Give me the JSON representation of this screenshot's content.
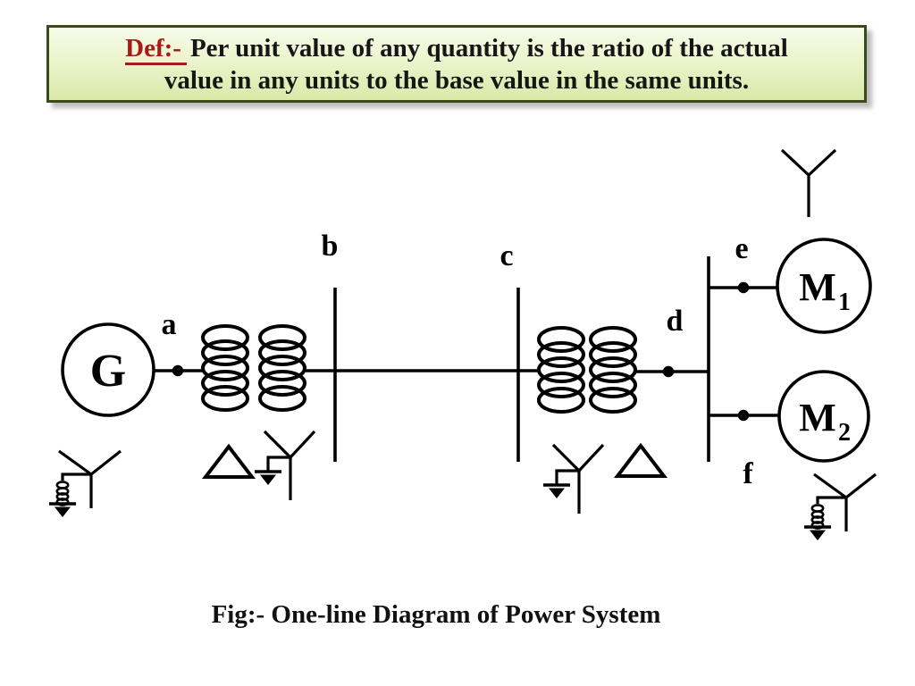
{
  "definition_box": {
    "term": "Def:-",
    "line1_rest": "Per unit value of any quantity is the ratio of the actual",
    "line2": "value in any units to the base value in the same units.",
    "term_color": "#a81a1a",
    "border_color": "#3a4a1c",
    "background_top": "#f7fbea",
    "background_bottom": "#d9e9a8"
  },
  "diagram": {
    "stroke_color": "#000000",
    "generator": {
      "label": "G"
    },
    "motors": [
      {
        "label": "M",
        "sub": "1"
      },
      {
        "label": "M",
        "sub": "2"
      }
    ],
    "node_labels": {
      "a": "a",
      "b": "b",
      "c": "c",
      "d": "d",
      "e": "e",
      "f": "f"
    },
    "symbols": {
      "generator_winding": "wye-grounded-through-impedance-icon",
      "transformer1": "two-winding-coil-pair-icon",
      "t1_primary": "delta-icon",
      "t1_secondary": "wye-solidly-grounded-icon",
      "transformer2": "two-winding-coil-pair-icon",
      "t2_primary": "wye-solidly-grounded-icon",
      "t2_secondary": "delta-icon",
      "m1_winding": "wye-ungrounded-icon",
      "m2_winding": "wye-grounded-through-impedance-icon"
    }
  },
  "caption": "Fig:- One-line Diagram of Power System"
}
